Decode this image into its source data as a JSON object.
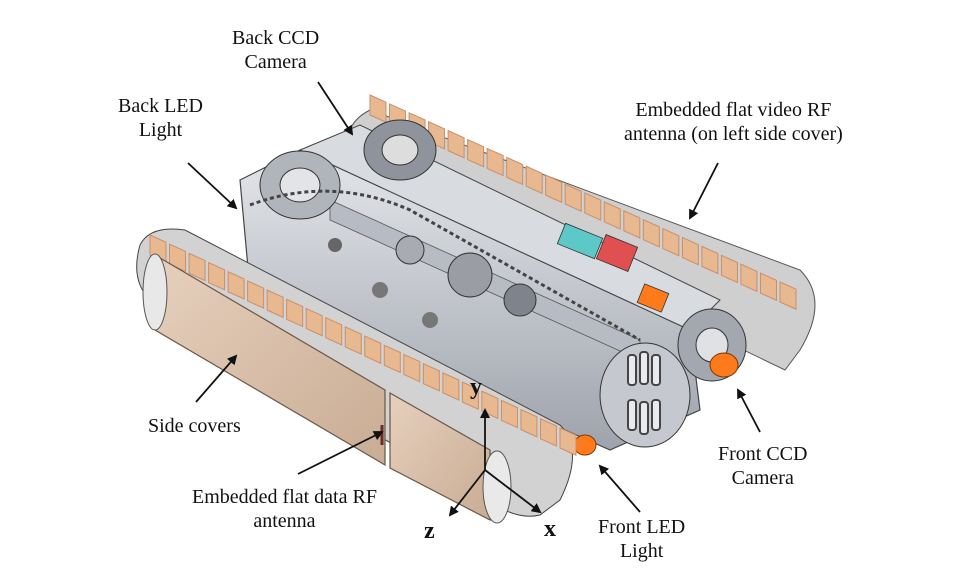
{
  "labels": {
    "back_ccd": [
      "Back CCD",
      "Camera"
    ],
    "back_led": [
      "Back LED",
      "Light"
    ],
    "video_rf": [
      "Embedded flat video RF",
      "antenna (on left side cover)"
    ],
    "side_covers": "Side covers",
    "data_rf": [
      "Embedded flat data RF",
      "antenna"
    ],
    "front_ccd": [
      "Front CCD",
      "Camera"
    ],
    "front_led": [
      "Front LED",
      "Light"
    ]
  },
  "axes": {
    "y": "y",
    "z": "z",
    "x": "x"
  },
  "colors": {
    "track_pad": "#e8b891",
    "track_pad_dark": "#c98f68",
    "side_cover": "#dcc3ae",
    "metal": "#c9ccd4",
    "metal_dark": "#8d929c",
    "camera_orange": "#ff7a1a",
    "cyan_part": "#5cc8c8",
    "red_part": "#e05050"
  }
}
